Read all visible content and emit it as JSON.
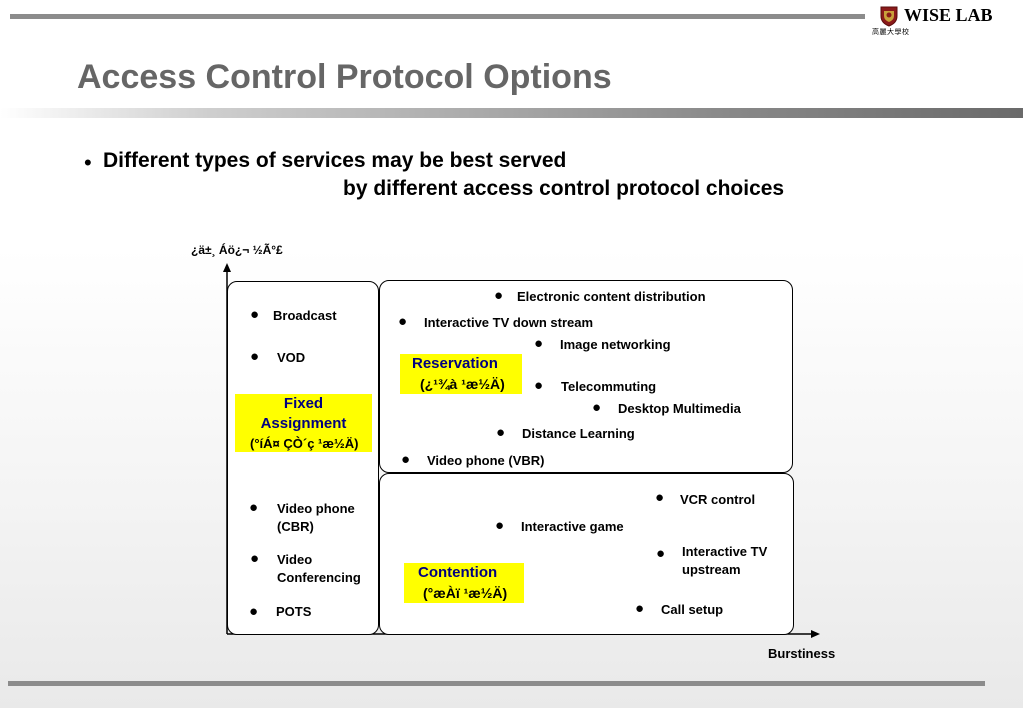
{
  "header": {
    "logo_text": "WISE LAB",
    "logo_subtext": "高麗大學校"
  },
  "slide": {
    "title": "Access Control Protocol Options",
    "bullet_line1": "Different types of services may be best served",
    "bullet_line2": "by different access control protocol choices"
  },
  "diagram": {
    "y_axis_label": "¿ä±¸ Áö¿¬ ½Ã°£",
    "x_axis_label": "Burstiness",
    "fixed_assignment": {
      "label_line1": "Fixed",
      "label_line2": "Assignment",
      "label_sub": "(°íÁ¤ ÇÒ´ç ¹æ½Ä)",
      "items": [
        "Broadcast",
        "VOD",
        "Video phone",
        "(CBR)",
        "Video",
        "Conferencing",
        "POTS"
      ]
    },
    "reservation": {
      "label": "Reservation",
      "label_sub": "(¿¹¾à ¹æ½Ä)",
      "items": [
        "Electronic content distribution",
        "Interactive TV down stream",
        "Image networking",
        "Telecommuting",
        "Desktop Multimedia",
        "Distance Learning",
        "Video phone (VBR)"
      ]
    },
    "contention": {
      "label": "Contention",
      "label_sub": "(°æÀï ¹æ½Ä)",
      "items": [
        "VCR control",
        "Interactive game",
        "Interactive TV",
        "upstream",
        "Call setup"
      ]
    },
    "bullet_glyph": "●"
  },
  "colors": {
    "title": "#666666",
    "highlight": "#ffff00",
    "label_blue": "#000080",
    "rule_gray": "#8c8c8c"
  }
}
